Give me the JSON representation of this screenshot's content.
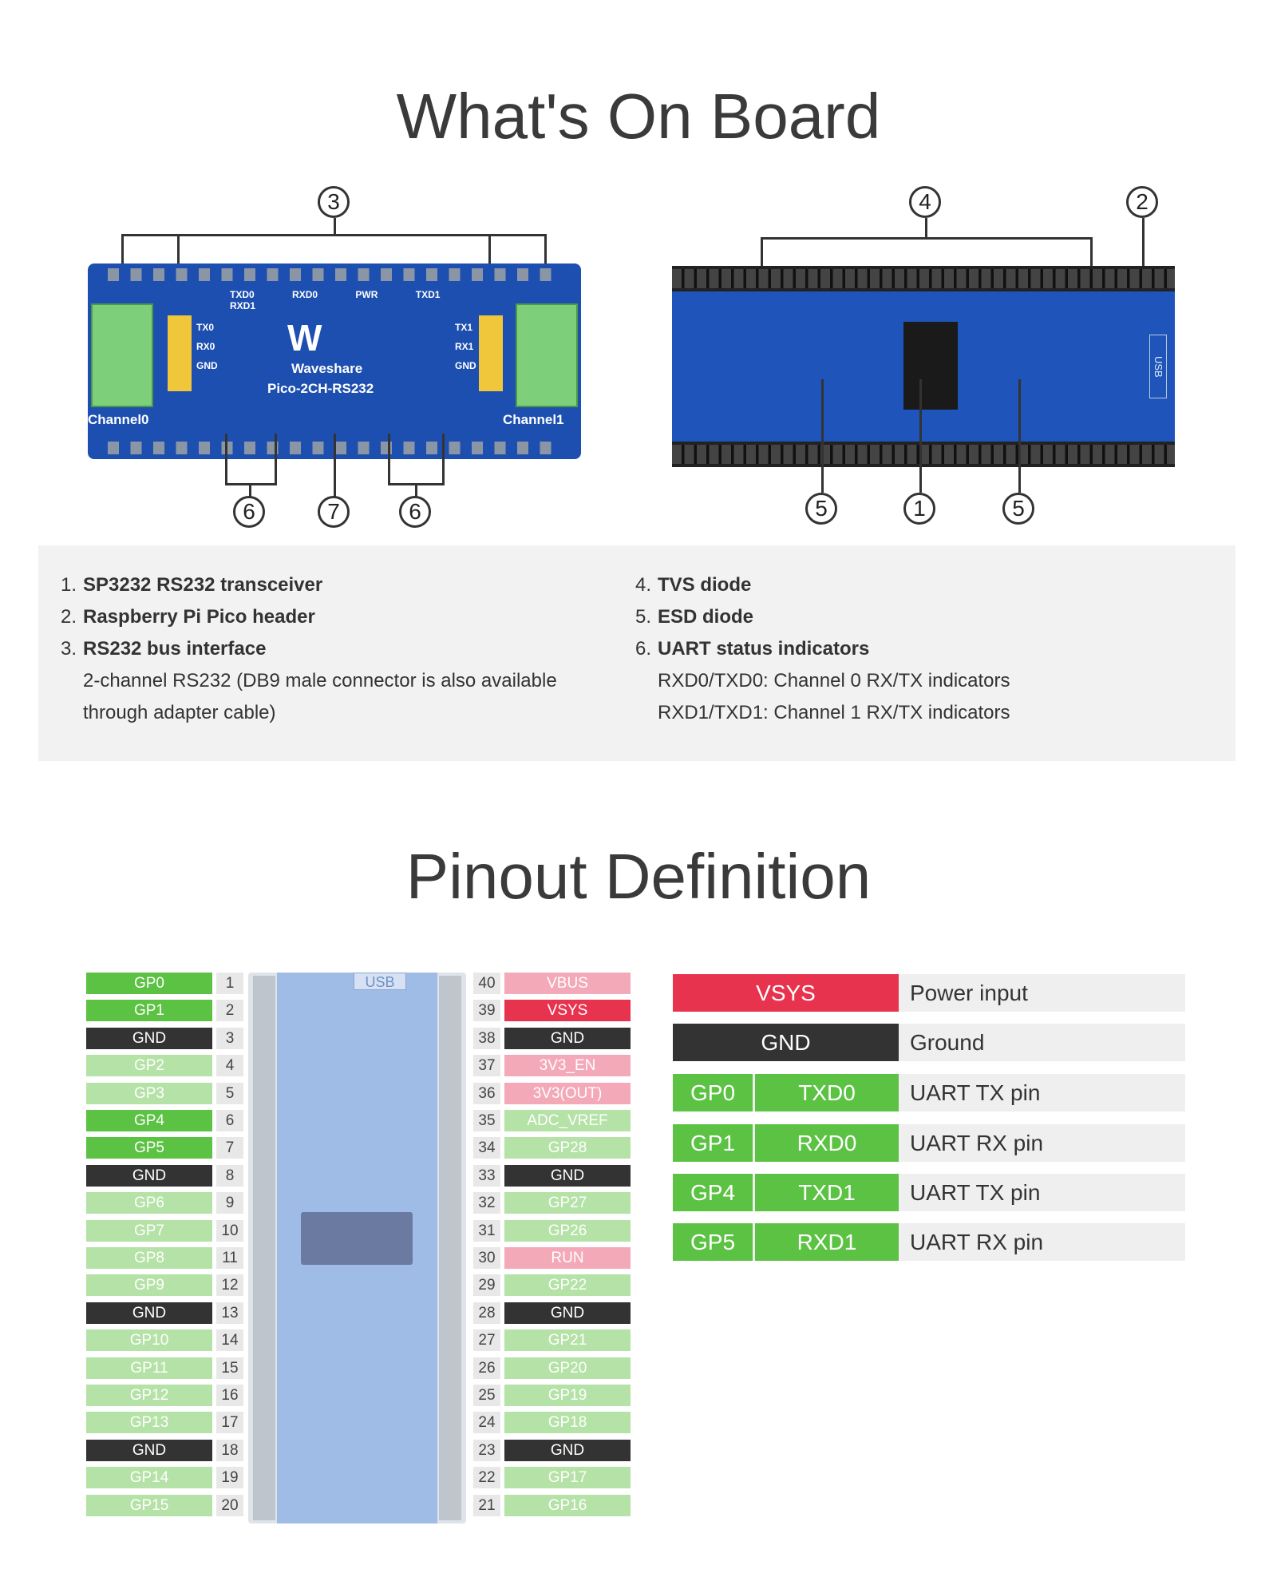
{
  "titles": {
    "top": "What's On Board",
    "bottom": "Pinout Definition"
  },
  "board_front": {
    "labels": [
      "TXD0",
      "RXD0",
      "PWR",
      "TXD1",
      "RXD1",
      "TX0",
      "RX0",
      "GND",
      "TX1",
      "RX1",
      "GND",
      "Channel0",
      "Channel1",
      "Waveshare",
      "Pico-2CH-RS232"
    ],
    "callouts": [
      "3",
      "6",
      "7",
      "6"
    ]
  },
  "board_back": {
    "usb": "USB",
    "callouts": [
      "4",
      "2",
      "5",
      "1",
      "5"
    ]
  },
  "legend": {
    "left": [
      {
        "num": "1.",
        "name": "SP3232 RS232 transceiver"
      },
      {
        "num": "2.",
        "name": "Raspberry Pi Pico header"
      },
      {
        "num": "3.",
        "name": "RS232 bus interface",
        "sub": [
          "2-channel RS232 (DB9 male connector is also available",
          "through adapter cable)"
        ]
      }
    ],
    "right": [
      {
        "num": "4.",
        "name": "TVS diode"
      },
      {
        "num": "5.",
        "name": "ESD diode"
      },
      {
        "num": "6.",
        "name": "UART status indicators",
        "sub": [
          "RXD0/TXD0: Channel 0 RX/TX indicators",
          "RXD1/TXD1: Channel 1 RX/TX indicators"
        ]
      }
    ]
  },
  "pinout": {
    "usb_label": "USB",
    "left": [
      {
        "label": "GP0",
        "num": "1",
        "style": "strong"
      },
      {
        "label": "GP1",
        "num": "2",
        "style": "strong"
      },
      {
        "label": "GND",
        "num": "3",
        "style": "gnd"
      },
      {
        "label": "GP2",
        "num": "4",
        "style": "light"
      },
      {
        "label": "GP3",
        "num": "5",
        "style": "light"
      },
      {
        "label": "GP4",
        "num": "6",
        "style": "strong"
      },
      {
        "label": "GP5",
        "num": "7",
        "style": "strong"
      },
      {
        "label": "GND",
        "num": "8",
        "style": "gnd"
      },
      {
        "label": "GP6",
        "num": "9",
        "style": "light"
      },
      {
        "label": "GP7",
        "num": "10",
        "style": "light"
      },
      {
        "label": "GP8",
        "num": "11",
        "style": "light"
      },
      {
        "label": "GP9",
        "num": "12",
        "style": "light"
      },
      {
        "label": "GND",
        "num": "13",
        "style": "gnd"
      },
      {
        "label": "GP10",
        "num": "14",
        "style": "light"
      },
      {
        "label": "GP11",
        "num": "15",
        "style": "light"
      },
      {
        "label": "GP12",
        "num": "16",
        "style": "light"
      },
      {
        "label": "GP13",
        "num": "17",
        "style": "light"
      },
      {
        "label": "GND",
        "num": "18",
        "style": "gnd"
      },
      {
        "label": "GP14",
        "num": "19",
        "style": "light"
      },
      {
        "label": "GP15",
        "num": "20",
        "style": "light"
      }
    ],
    "right": [
      {
        "label": "VBUS",
        "num": "40",
        "style": "pinklight"
      },
      {
        "label": "VSYS",
        "num": "39",
        "style": "red"
      },
      {
        "label": "GND",
        "num": "38",
        "style": "gnd"
      },
      {
        "label": "3V3_EN",
        "num": "37",
        "style": "pinklight"
      },
      {
        "label": "3V3(OUT)",
        "num": "36",
        "style": "pinklight"
      },
      {
        "label": "ADC_VREF",
        "num": "35",
        "style": "light"
      },
      {
        "label": "GP28",
        "num": "34",
        "style": "light"
      },
      {
        "label": "GND",
        "num": "33",
        "style": "gnd"
      },
      {
        "label": "GP27",
        "num": "32",
        "style": "light"
      },
      {
        "label": "GP26",
        "num": "31",
        "style": "light"
      },
      {
        "label": "RUN",
        "num": "30",
        "style": "pinklight"
      },
      {
        "label": "GP22",
        "num": "29",
        "style": "light"
      },
      {
        "label": "GND",
        "num": "28",
        "style": "gnd"
      },
      {
        "label": "GP21",
        "num": "27",
        "style": "light"
      },
      {
        "label": "GP20",
        "num": "26",
        "style": "light"
      },
      {
        "label": "GP19",
        "num": "25",
        "style": "light"
      },
      {
        "label": "GP18",
        "num": "24",
        "style": "light"
      },
      {
        "label": "GND",
        "num": "23",
        "style": "gnd"
      },
      {
        "label": "GP17",
        "num": "22",
        "style": "light"
      },
      {
        "label": "GP16",
        "num": "21",
        "style": "light"
      }
    ]
  },
  "functions": [
    {
      "a": "VSYS",
      "b": "",
      "desc": "Power input",
      "style": "red"
    },
    {
      "a": "GND",
      "b": "",
      "desc": "Ground",
      "style": "gnd"
    },
    {
      "a": "GP0",
      "b": "TXD0",
      "desc": "UART TX pin",
      "style": "green"
    },
    {
      "a": "GP1",
      "b": "RXD0",
      "desc": "UART RX pin",
      "style": "green"
    },
    {
      "a": "GP4",
      "b": "TXD1",
      "desc": "UART TX pin",
      "style": "green"
    },
    {
      "a": "GP5",
      "b": "RXD1",
      "desc": "UART RX pin",
      "style": "green"
    }
  ],
  "colors": {
    "strong": "#5cc243",
    "light": "#b5e2a6",
    "gnd": "#333333",
    "red": "#e8334f",
    "pinklight": "#f4a9b8",
    "green": "#5cc243",
    "board": "#1d4fb0",
    "terminal": "#7ecf7a"
  }
}
